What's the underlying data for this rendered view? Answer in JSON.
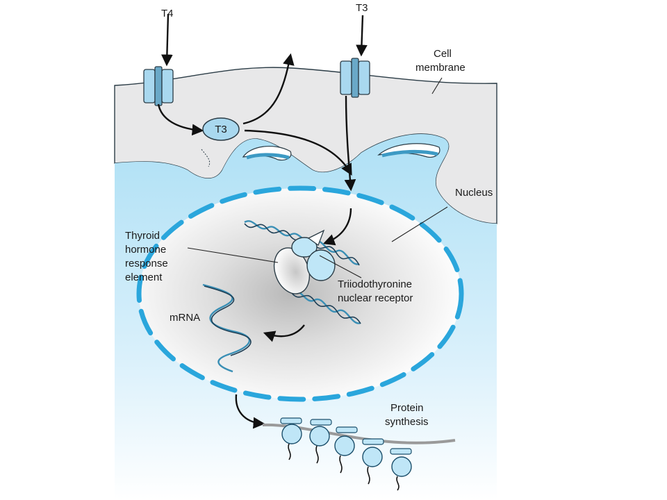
{
  "labels": {
    "t4": "T4",
    "t3_top": "T3",
    "t3_bubble": "T3",
    "cell_membrane": [
      "Cell",
      "membrane"
    ],
    "nucleus": "Nucleus",
    "thyroid_element": [
      "Thyroid",
      "hormone",
      "response",
      "element"
    ],
    "mrna": "mRNA",
    "receptor": [
      "Triiodothyronine",
      "nuclear receptor"
    ],
    "protein_synthesis": [
      "Protein",
      "synthesis"
    ]
  },
  "colors": {
    "cytoplasm_grey": "#e9e9ea",
    "nucleus_blue": "#bfe6f7",
    "nuclear_envelope": "#2aa6dc",
    "outline": "#2b3c46"
  }
}
